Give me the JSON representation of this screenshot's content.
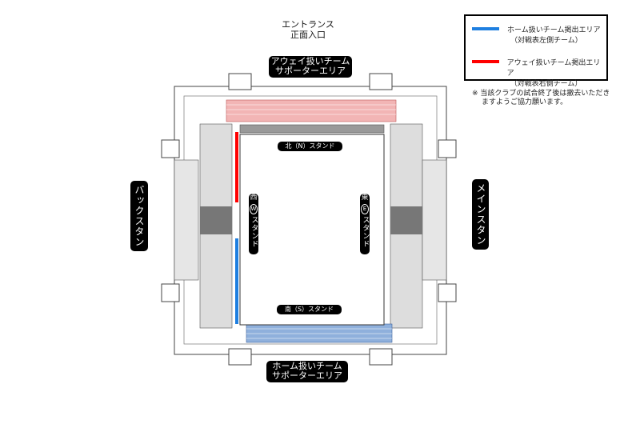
{
  "entrance": {
    "line1": "エントランス",
    "line2": "正面入口"
  },
  "away_area": {
    "line1": "アウェイ扱いチーム",
    "line2": "サポーターエリア"
  },
  "home_area": {
    "line1": "ホーム扱いチーム",
    "line2": "サポーターエリア"
  },
  "back_stand": "バックスタンド",
  "main_stand": "メインスタンド",
  "north_stand": "北（N）スタンド",
  "south_stand": "南（S）スタンド",
  "west_stand": {
    "kanji": "西",
    "letter": "W",
    "label": "スタンド"
  },
  "east_stand": {
    "kanji": "東",
    "letter": "E",
    "label": "スタンド"
  },
  "legend": {
    "items": [
      {
        "label": "ホーム扱いチーム掲出エリア",
        "sub": "（対戦表左側チーム）",
        "color": "#1e7fe0"
      },
      {
        "label": "アウェイ扱いチーム掲出エリア",
        "sub": "（対戦表右側チーム）",
        "color": "#ff0000"
      }
    ]
  },
  "note": {
    "line1": "※ 当該クラブの試合終了後は撤去いただき",
    "line2": "ますようご協力願います。"
  }
}
